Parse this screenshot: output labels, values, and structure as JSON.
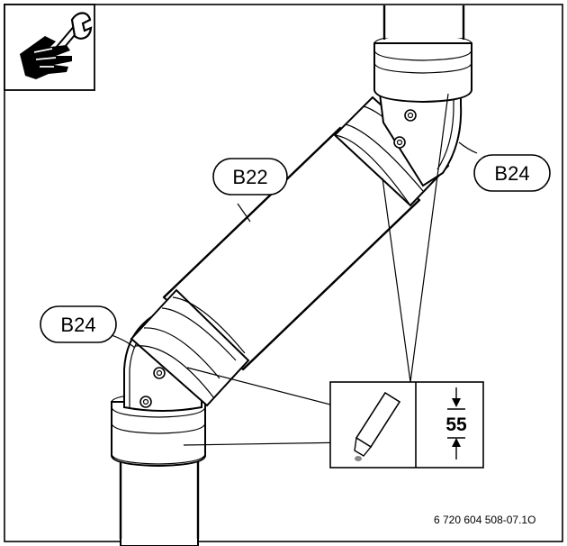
{
  "labels": {
    "upper_elbow": "B24",
    "straight_pipe": "B22",
    "lower_elbow": "B24"
  },
  "detail": {
    "dimension_value": "55"
  },
  "reference_code": "6 720 604 508-07.1O",
  "icons": {
    "corner": "hand-wrench-icon",
    "lubricant": "lubricant-tube-icon",
    "dimension": "dimension-arrows-icon"
  },
  "colors": {
    "line": "#000000",
    "background": "#ffffff"
  }
}
